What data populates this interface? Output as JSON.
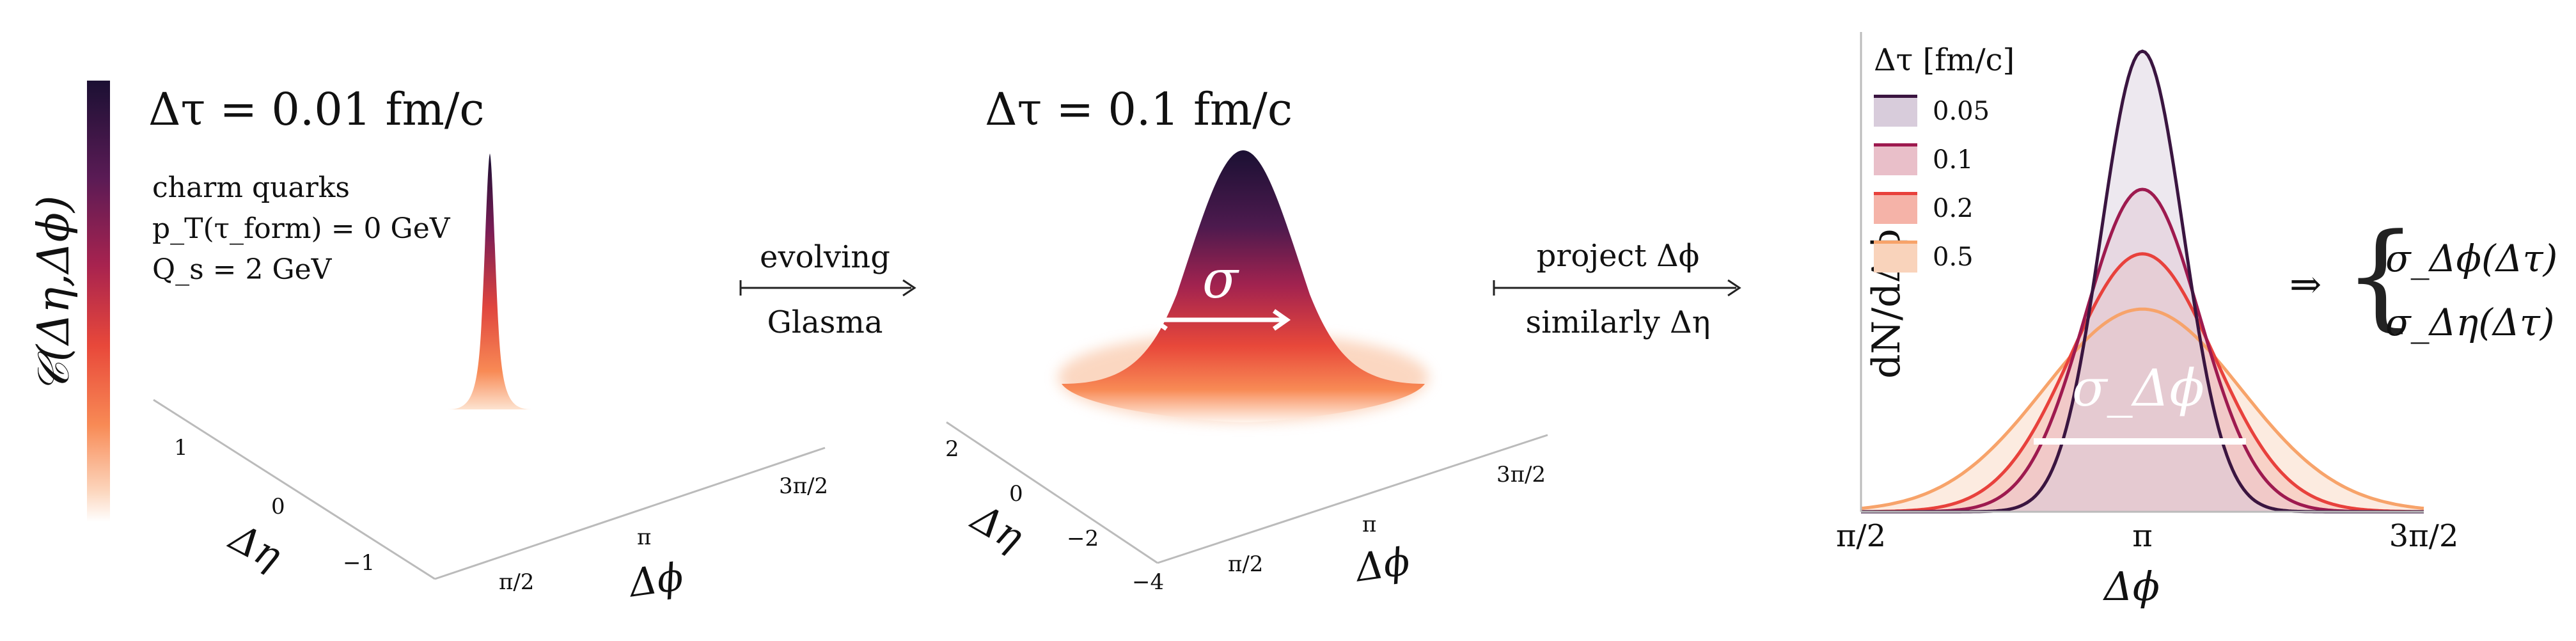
{
  "colorbar": {
    "label": "𝒞(Δη,Δϕ)"
  },
  "panel1": {
    "title": "Δτ = 0.01 fm/c",
    "info_lines": [
      "charm quarks",
      "p_T(τ_form) = 0 GeV",
      "Q_s = 2 GeV"
    ],
    "eta_ticks": [
      "1",
      "0",
      "−1"
    ],
    "phi_ticks": [
      "π/2",
      "π",
      "3π/2"
    ],
    "eta_label": "Δη",
    "phi_label": "Δϕ"
  },
  "arrow1": {
    "top": "evolving",
    "bottom": "Glasma"
  },
  "panel2": {
    "title": "Δτ = 0.1 fm/c",
    "sigma_label": "σ",
    "eta_ticks": [
      "2",
      "0",
      "−2",
      "−4"
    ],
    "phi_ticks": [
      "π/2",
      "π",
      "3π/2"
    ],
    "eta_label": "Δη",
    "phi_label": "Δϕ"
  },
  "arrow2": {
    "top": "project Δϕ",
    "bottom": "similarly Δη"
  },
  "chart_data": {
    "type": "area",
    "xlabel": "Δϕ",
    "ylabel": "dN/dΔϕ",
    "x_ticks": [
      "π/2",
      "π",
      "3π/2"
    ],
    "xlim": [
      1.5708,
      4.7124
    ],
    "legend_title": "Δτ [fm/c]",
    "legend_position": "top-left",
    "annotation": "σ_Δϕ",
    "series": [
      {
        "name": "0.05",
        "color": "#3a1540",
        "fill": "#d8ccdb",
        "sigma": 0.23,
        "peak": 1.0
      },
      {
        "name": "0.1",
        "color": "#9e1a4f",
        "fill": "#e9bfc9",
        "sigma": 0.32,
        "peak": 0.7
      },
      {
        "name": "0.2",
        "color": "#e8413c",
        "fill": "#f5b3a8",
        "sigma": 0.4,
        "peak": 0.56
      },
      {
        "name": "0.5",
        "color": "#f7a36a",
        "fill": "#f9d3bb",
        "sigma": 0.55,
        "peak": 0.44
      }
    ]
  },
  "result": {
    "implies": "⇒",
    "line1": "σ_Δϕ(Δτ)",
    "line2": "σ_Δη(Δτ)"
  }
}
